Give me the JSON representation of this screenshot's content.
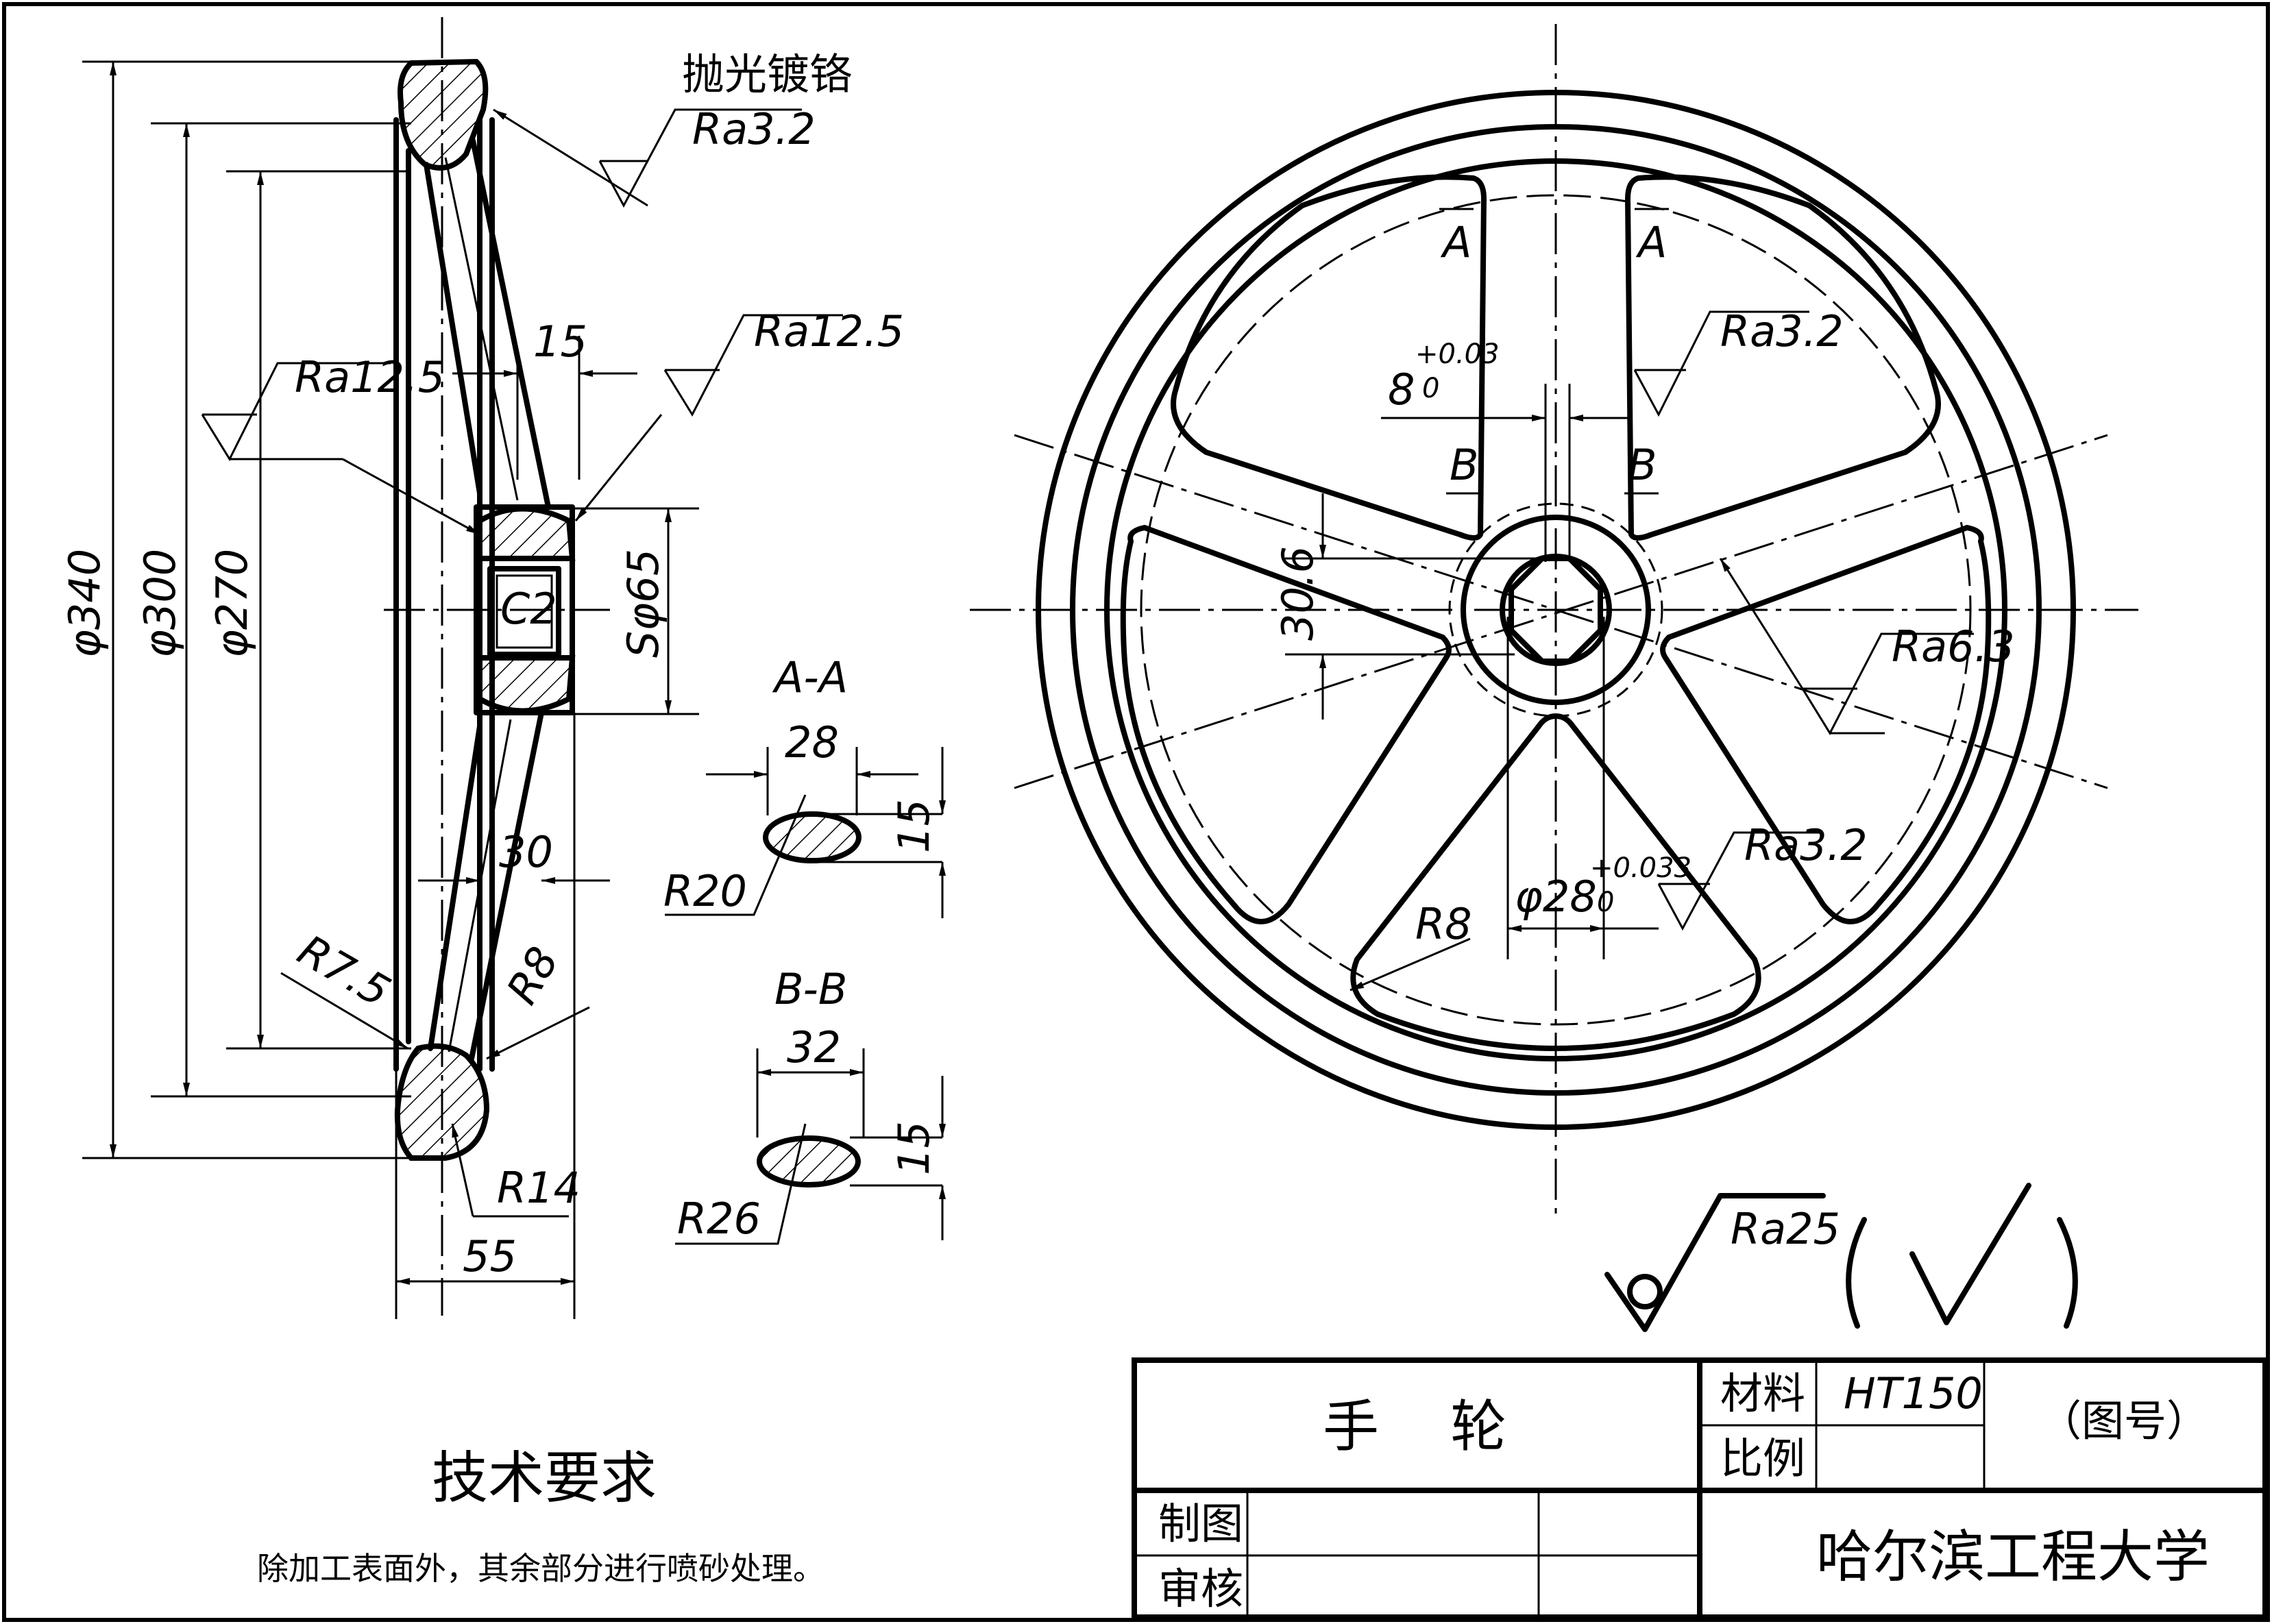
{
  "side_view": {
    "dia_outer": "φ340",
    "dia_mid": "φ300",
    "dia_inner": "φ270",
    "hub_sphere": "Sφ65",
    "width_total": "55",
    "hub_offset": "30",
    "spoke_width": "15",
    "chamfer": "C2",
    "r_rim_small": "R7.5",
    "r_rim_fillet": "R8",
    "r_rim": "R14",
    "finish_chrome_note": "抛光镀铬",
    "finish_rim": "Ra3.2",
    "finish_left": "Ra12.5",
    "finish_hub": "Ra12.5"
  },
  "sections": {
    "aa_title": "A-A",
    "aa_width": "28",
    "aa_height": "15",
    "aa_radius": "R20",
    "bb_title": "B-B",
    "bb_width": "32",
    "bb_height": "15",
    "bb_radius": "R26"
  },
  "front_view": {
    "sec_a_left": "A",
    "sec_a_right": "A",
    "sec_b_left": "B",
    "sec_b_right": "B",
    "keyway_base": "8",
    "keyway_up": "+0.03",
    "keyway_low": "0",
    "bore_base": "φ28",
    "bore_up": "+0.033",
    "bore_low": "0",
    "keyway_depth": "30.6",
    "fillet": "R8",
    "finish_keyway": "Ra3.2",
    "finish_spoke": "Ra6.3",
    "finish_bore": "Ra3.2"
  },
  "general_finish": {
    "value": "Ra25"
  },
  "tech_requirements": {
    "title": "技术要求",
    "text": "除加工表面外，其余部分进行喷砂处理。"
  },
  "title_block": {
    "part_name": "手    轮",
    "material_label": "材料",
    "material_value": "HT150",
    "scale_label": "比例",
    "drawing_no": "（图号）",
    "drawn_label": "制图",
    "checked_label": "审核",
    "organization": "哈尔滨工程大学"
  }
}
